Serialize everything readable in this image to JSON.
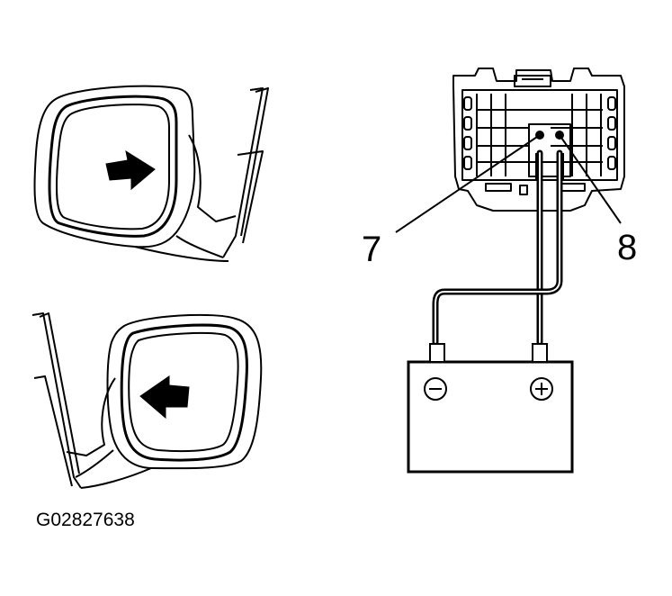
{
  "diagram": {
    "connector_pin_labels": [
      "7",
      "8"
    ],
    "battery": {
      "negative_symbol": "⊖",
      "positive_symbol": "⊕"
    },
    "figure_id": "G02827638"
  }
}
